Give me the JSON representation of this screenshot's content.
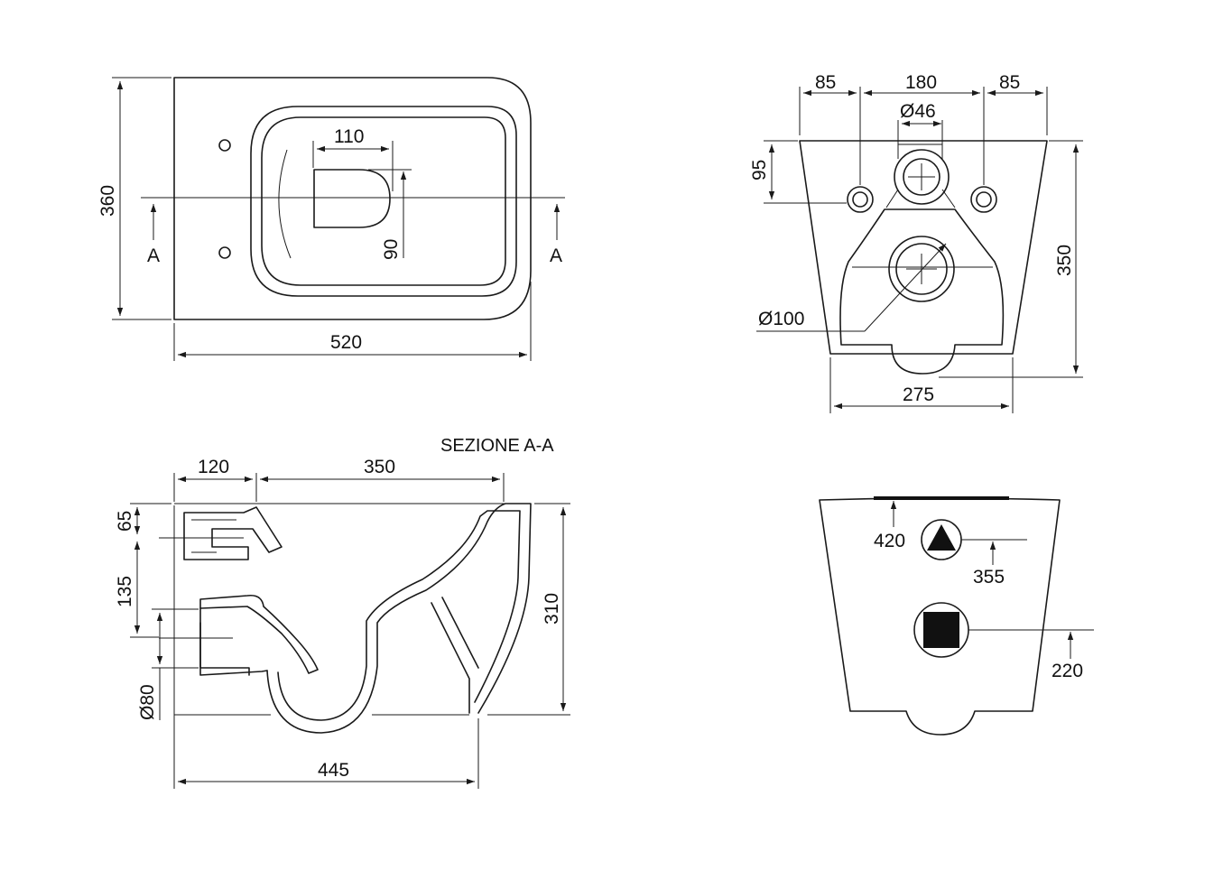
{
  "top_view": {
    "dims": {
      "length": "520",
      "width": "360",
      "seat_inner": "110",
      "seat_depth": "90"
    },
    "section_mark_left": "A",
    "section_mark_right": "A"
  },
  "back_view": {
    "dims": {
      "left_spacing": "85",
      "center_spacing": "180",
      "right_spacing": "85",
      "inlet_diameter": "Ø46",
      "inlet_height": "95",
      "outlet_diameter": "Ø100",
      "height": "350",
      "bottom_width": "275"
    }
  },
  "section_view": {
    "title": "SEZIONE A-A",
    "dims": {
      "rear_depth": "120",
      "bowl_length": "350",
      "top_offset": "65",
      "inlet_offset": "135",
      "outlet_diameter": "Ø80",
      "height": "310",
      "base_length": "445"
    }
  },
  "wall_view": {
    "dims": {
      "top_height": "420",
      "inlet_height": "355",
      "outlet_height": "220"
    }
  }
}
